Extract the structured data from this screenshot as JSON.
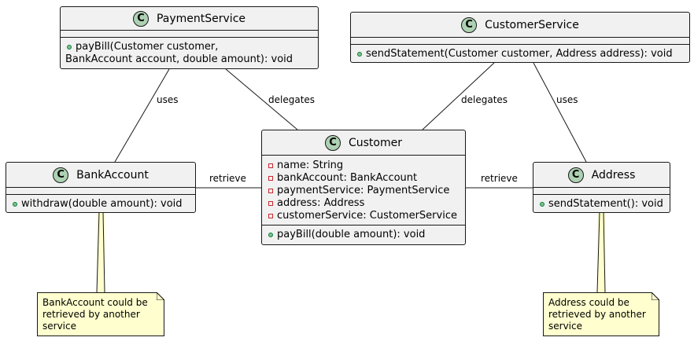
{
  "classes": {
    "payment_service": {
      "name": "PaymentService",
      "badge": "C",
      "methods": [
        "payBill(Customer customer,",
        "BankAccount account, double amount): void"
      ]
    },
    "customer_service": {
      "name": "CustomerService",
      "badge": "C",
      "methods": [
        "sendStatement(Customer customer, Address address): void"
      ]
    },
    "customer": {
      "name": "Customer",
      "badge": "C",
      "fields": [
        "name: String",
        "bankAccount: BankAccount",
        "paymentService: PaymentService",
        "address: Address",
        "customerService: CustomerService"
      ],
      "methods": [
        "payBill(double amount): void"
      ]
    },
    "bank_account": {
      "name": "BankAccount",
      "badge": "C",
      "methods": [
        "withdraw(double amount): void"
      ]
    },
    "address": {
      "name": "Address",
      "badge": "C",
      "methods": [
        "sendStatement(): void"
      ]
    }
  },
  "edges": {
    "payment_bank": "uses",
    "payment_customer": "delegates",
    "customerservice_customer": "delegates",
    "customerservice_address": "uses",
    "bank_customer": "retrieve",
    "customer_address": "retrieve"
  },
  "notes": {
    "bank_account": [
      "BankAccount could be",
      "retrieved by another",
      "service"
    ],
    "address": [
      "Address could be",
      "retrieved by another",
      "service"
    ]
  },
  "colors": {
    "class_fill": "#f1f1f1",
    "badge_fill": "#add1b2",
    "note_fill": "#fefece",
    "line": "#181818"
  }
}
